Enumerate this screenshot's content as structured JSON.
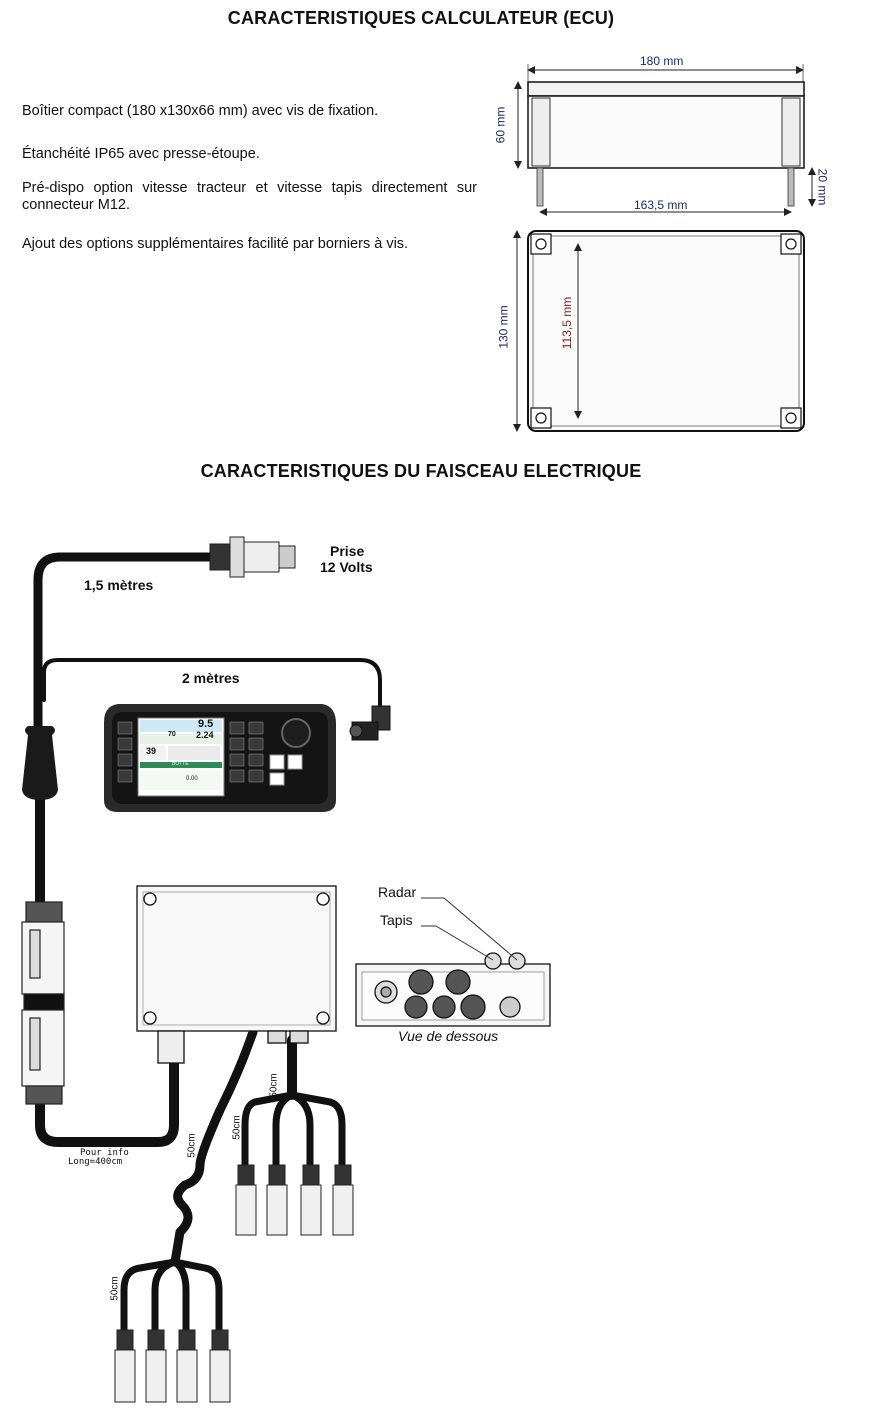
{
  "titles": {
    "ecu": "CARACTERISTIQUES CALCULATEUR (ECU)",
    "harness": "CARACTERISTIQUES DU FAISCEAU ELECTRIQUE"
  },
  "specs": [
    "Boîtier compact (180 x130x66 mm) avec vis de fixation.",
    "Étanchéité IP65 avec presse-étoupe.",
    "Pré-dispo option vitesse tracteur et vitesse tapis directement sur connecteur M12.",
    "Ajout des options supplémentaires facilité par borniers à vis."
  ],
  "dimensions": {
    "width": "180 mm",
    "height": "60 mm",
    "screw": "20 mm",
    "spacing": "163,5 mm",
    "depth": "130 mm",
    "hole_spacing": "113,5 mm"
  },
  "harness": {
    "plug_label": "Prise",
    "plug_voltage": "12 Volts",
    "cable1": "1,5 mètres",
    "cable2": "2 mètres",
    "radar": "Radar",
    "tapis": "Tapis",
    "bottom_view": "Vue de dessous",
    "info1": "Pour info",
    "info2": "Long=400cm",
    "len_a": "50cm",
    "len_b": "50cm",
    "len_c": "50cm",
    "len_d": "50cm"
  },
  "display": {
    "values": [
      "9.5",
      "70",
      "2.24",
      "39",
      "0.00"
    ],
    "status": "BOTTE"
  },
  "colors": {
    "dim_blue": "#1b2a6b",
    "dim_red": "#8b1d1d",
    "cable": "#111111",
    "screen_green": "#2e8b57"
  }
}
